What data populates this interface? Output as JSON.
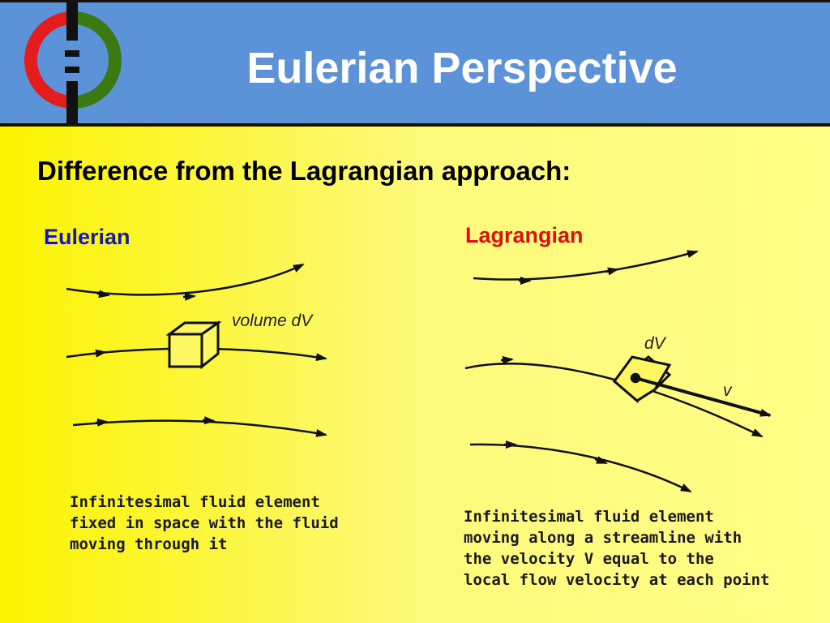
{
  "slide": {
    "title": "Eulerian Perspective",
    "subtitle": "Difference from the Lagrangian approach:",
    "colors": {
      "header": "#5c92d8",
      "background": "#fbf300",
      "eulerian": "#1a1a9c",
      "lagrangian": "#e01010"
    }
  },
  "logo": {
    "icon": "red-green-ring-logo-icon"
  },
  "eulerian": {
    "heading": "Eulerian",
    "volume_label": "volume dV",
    "caption": [
      "Infinitesimal fluid element",
      "fixed in space with the fluid",
      "moving through it"
    ]
  },
  "lagrangian": {
    "heading": "Lagrangian",
    "volume_label": "dV",
    "velocity_label": "v",
    "caption": [
      "Infinitesimal fluid element",
      "moving along a streamline with",
      "the velocity V equal to the",
      "local flow velocity at each point"
    ]
  }
}
